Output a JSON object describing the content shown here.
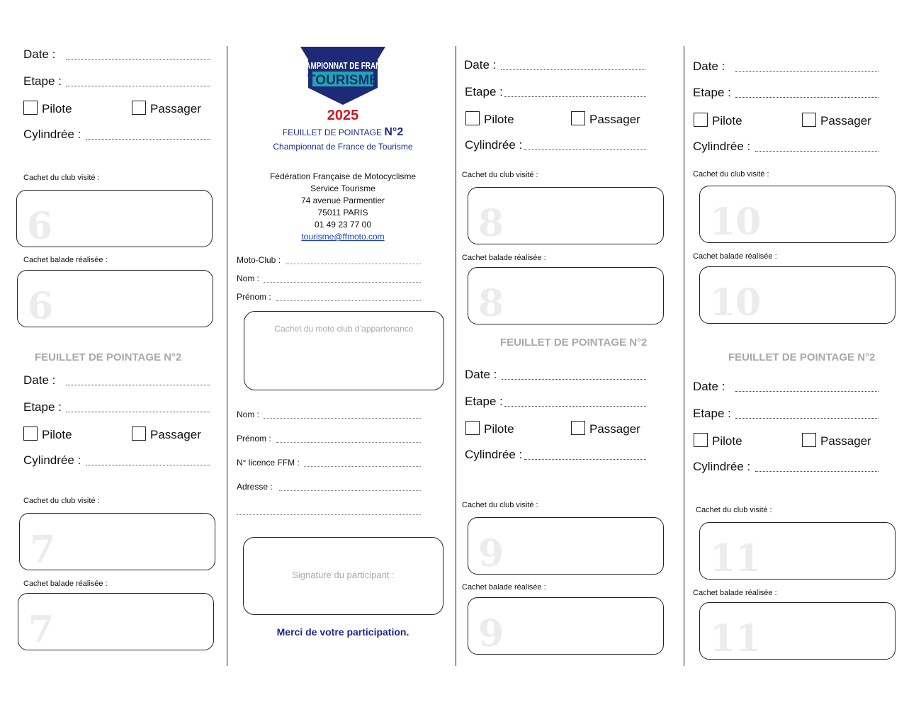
{
  "labels": {
    "date": "Date :",
    "etape": "Etape :",
    "pilote": "Pilote",
    "passager": "Passager",
    "cylindree": "Cylindrée :",
    "cachet_club": "Cachet du club visité :",
    "cachet_balade": "Cachet balade réalisée :",
    "feuillet": "FEUILLET DE POINTAGE N°2"
  },
  "numbers": {
    "n6": "6",
    "n7": "7",
    "n8": "8",
    "n9": "9",
    "n10": "10",
    "n11": "11"
  },
  "logo": {
    "line1": "CHAMPIONNAT DE FRANCE",
    "line2": "TOURISME",
    "colors": {
      "navy": "#1e2a78",
      "teal": "#21a6b0"
    }
  },
  "center": {
    "year": "2025",
    "feuillet_prefix": "FEUILLET DE POINTAGE ",
    "feuillet_num": "N°2",
    "subtitle": "Championnat de France de Tourisme",
    "org": [
      "Fédération Française de Motocyclisme",
      "Service Tourisme",
      "74 avenue Parmentier",
      "75011 PARIS",
      "01 49 23 77 00"
    ],
    "email": "tourisme@ffmoto.com",
    "moto_club": "Moto-Club :",
    "nom": "Nom :",
    "prenom": "Prénom :",
    "cachet_appartenance": "Cachet du moto club d’appartenance",
    "licence": "N° licence FFM :",
    "adresse": "Adresse :",
    "signature": "Signature du participant :",
    "merci": "Merci de votre participation."
  },
  "colors": {
    "year": "#d4161d",
    "blue": "#1a2a8a",
    "grey": "#a9a9a9",
    "link": "#1a3fc9"
  }
}
